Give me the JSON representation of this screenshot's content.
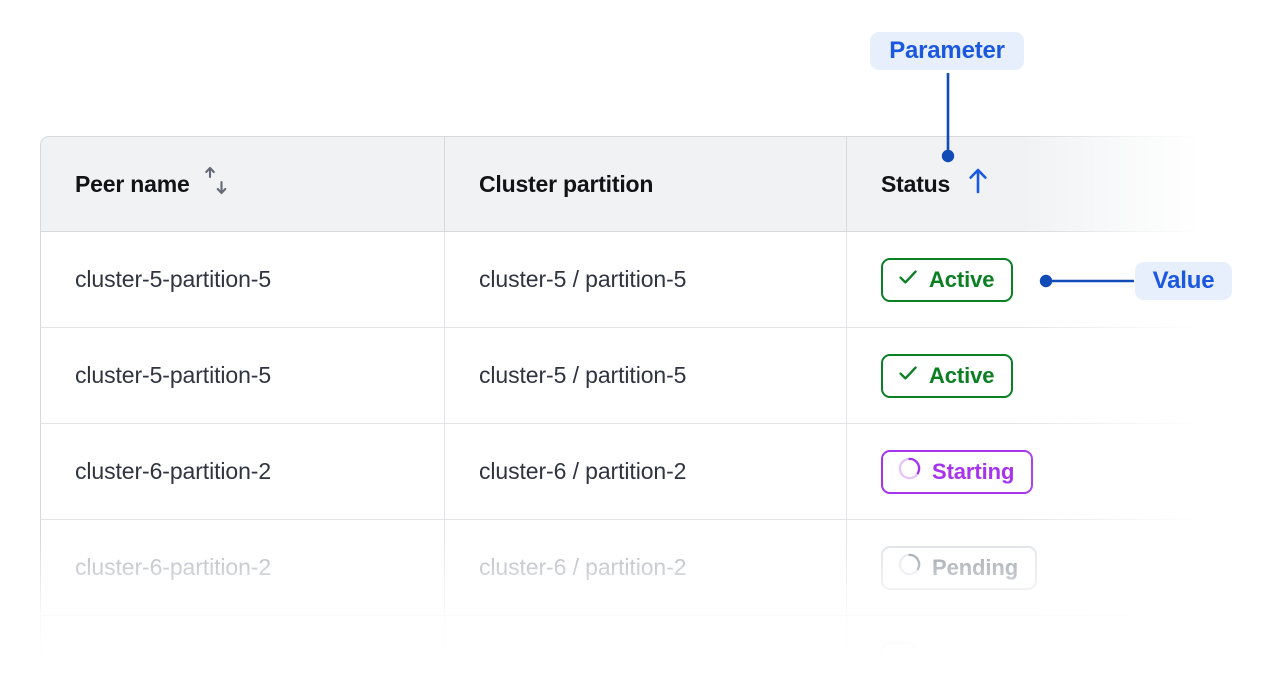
{
  "table": {
    "columns": [
      {
        "id": "peer-name",
        "label": "Peer name",
        "sort_icon": "sort-both-icon",
        "sort_state": "none"
      },
      {
        "id": "cluster-partition",
        "label": "Cluster partition",
        "sort_icon": null,
        "sort_state": "none"
      },
      {
        "id": "status",
        "label": "Status",
        "sort_icon": "arrow-up-icon",
        "sort_state": "asc"
      }
    ],
    "rows": [
      {
        "peer_name": "cluster-5-partition-5",
        "cluster_partition": "cluster-5 / partition-5",
        "status": "Active",
        "status_kind": "active",
        "status_icon": "check-icon",
        "dimmed": false
      },
      {
        "peer_name": "cluster-5-partition-5",
        "cluster_partition": "cluster-5 / partition-5",
        "status": "Active",
        "status_kind": "active",
        "status_icon": "check-icon",
        "dimmed": false
      },
      {
        "peer_name": "cluster-6-partition-2",
        "cluster_partition": "cluster-6 / partition-2",
        "status": "Starting",
        "status_kind": "starting",
        "status_icon": "spinner-icon",
        "dimmed": false
      },
      {
        "peer_name": "cluster-6-partition-2",
        "cluster_partition": "cluster-6 / partition-2",
        "status": "Pending",
        "status_kind": "pending",
        "status_icon": "spinner-icon",
        "dimmed": true
      },
      {
        "peer_name": "",
        "cluster_partition": "",
        "status": "",
        "status_kind": "pending",
        "status_icon": null,
        "dimmed": true
      }
    ]
  },
  "annotations": [
    {
      "id": "parameter",
      "label": "Parameter",
      "points_to": "status-column-header"
    },
    {
      "id": "value",
      "label": "Value",
      "points_to": "status-badge-row-1"
    }
  ],
  "colors": {
    "accent_blue": "#1b58e0",
    "connector_blue": "#114bb8",
    "chip_bg": "#e8effc",
    "active_green": "#0a8022",
    "starting_purple": "#a734ec",
    "pending_gray": "#9aa0a8",
    "header_bg": "#f1f2f4",
    "border": "#d6d9de",
    "text": "#2f3440",
    "text_muted": "#b3b7be"
  }
}
